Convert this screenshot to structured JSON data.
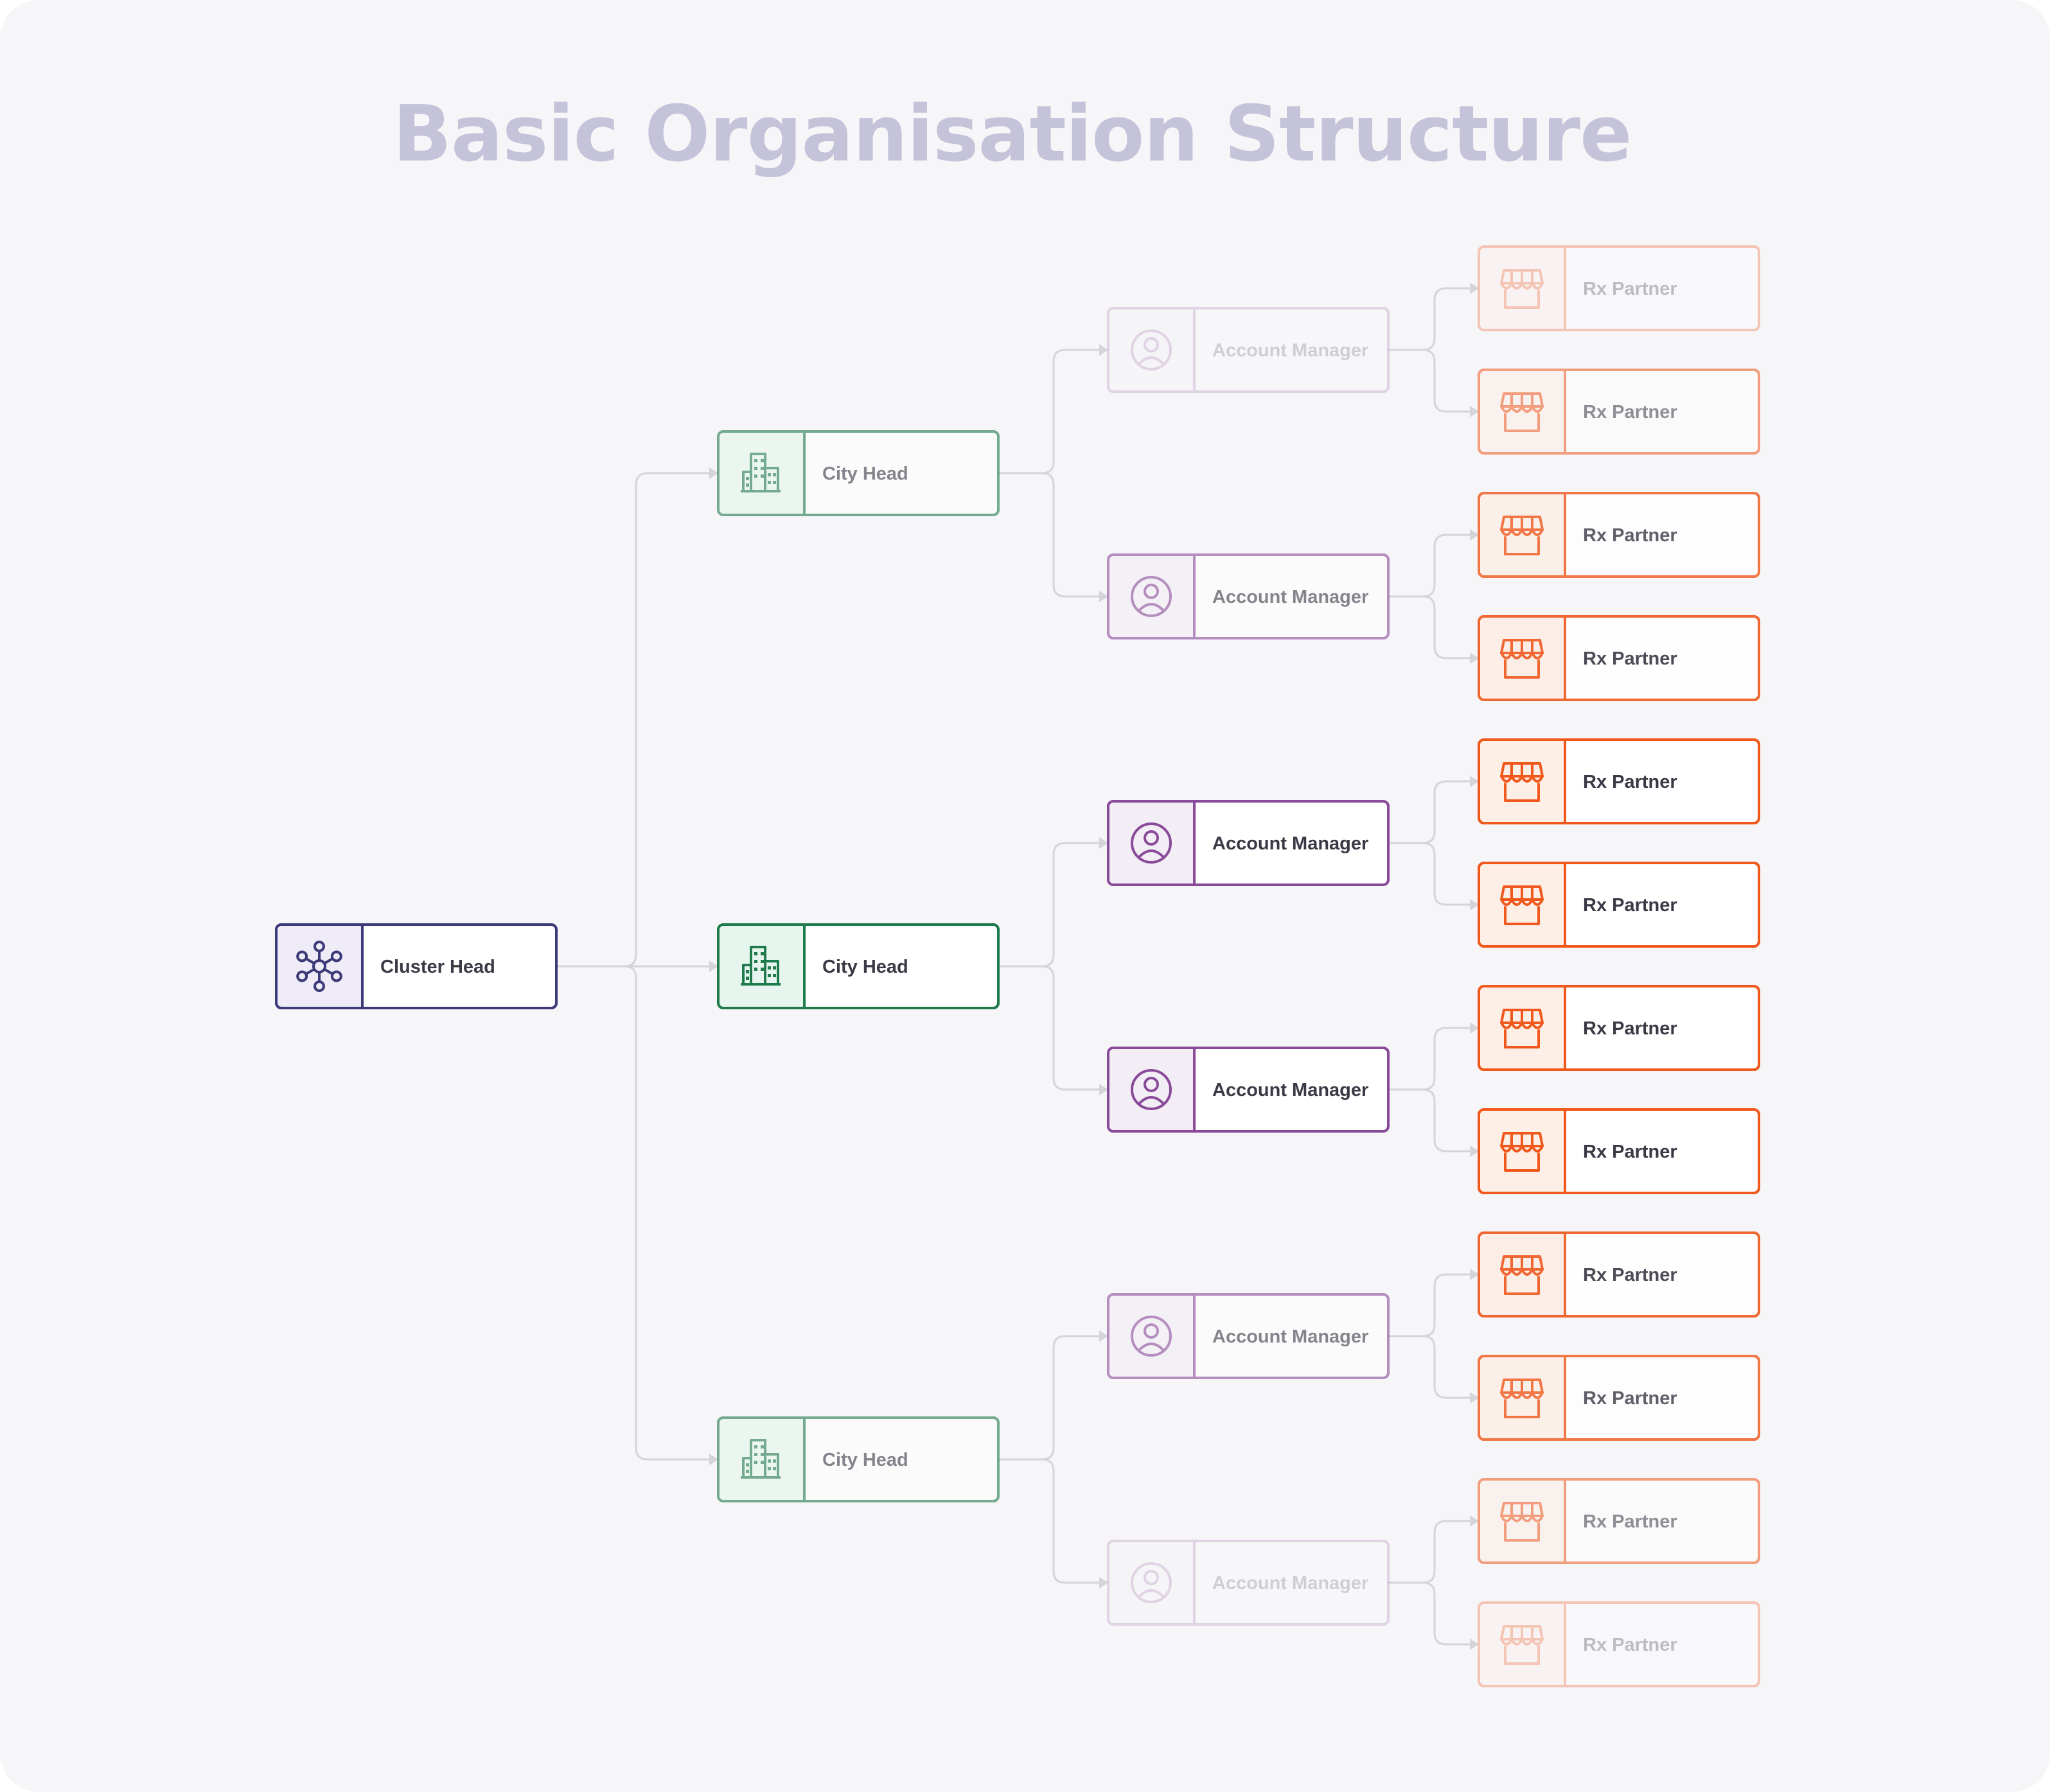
{
  "title": "Basic Organisation Structure",
  "colors": {
    "cluster": "#3c3a78",
    "cluster_fill": "#efecf7",
    "city": "#1f7a4c",
    "city_fill": "#e6f6ee",
    "manager": "#8a4a9a",
    "manager_fill": "#f3eef5",
    "partner": "#f0581c",
    "partner_fill": "#fdeee6",
    "connector": "#d4d4da",
    "text": "#3a3a46"
  },
  "cluster_head": {
    "label": "Cluster Head",
    "icon": "network-icon",
    "emphasis": 1.0
  },
  "city_heads": [
    {
      "label": "City Head",
      "icon": "building-icon",
      "emphasis": 0.6
    },
    {
      "label": "City Head",
      "icon": "building-icon",
      "emphasis": 1.0
    },
    {
      "label": "City Head",
      "icon": "building-icon",
      "emphasis": 0.6
    }
  ],
  "account_managers": [
    {
      "label": "Account Manager",
      "icon": "user-icon",
      "emphasis": 0.2
    },
    {
      "label": "Account Manager",
      "icon": "user-icon",
      "emphasis": 0.6
    },
    {
      "label": "Account Manager",
      "icon": "user-icon",
      "emphasis": 1.0
    },
    {
      "label": "Account Manager",
      "icon": "user-icon",
      "emphasis": 1.0
    },
    {
      "label": "Account Manager",
      "icon": "user-icon",
      "emphasis": 0.6
    },
    {
      "label": "Account Manager",
      "icon": "user-icon",
      "emphasis": 0.2
    }
  ],
  "rx_partners": [
    {
      "label": "Rx Partner",
      "icon": "store-icon",
      "emphasis": 0.3
    },
    {
      "label": "Rx Partner",
      "icon": "store-icon",
      "emphasis": 0.55
    },
    {
      "label": "Rx Partner",
      "icon": "store-icon",
      "emphasis": 0.8
    },
    {
      "label": "Rx Partner",
      "icon": "store-icon",
      "emphasis": 0.9
    },
    {
      "label": "Rx Partner",
      "icon": "store-icon",
      "emphasis": 1.0
    },
    {
      "label": "Rx Partner",
      "icon": "store-icon",
      "emphasis": 1.0
    },
    {
      "label": "Rx Partner",
      "icon": "store-icon",
      "emphasis": 1.0
    },
    {
      "label": "Rx Partner",
      "icon": "store-icon",
      "emphasis": 1.0
    },
    {
      "label": "Rx Partner",
      "icon": "store-icon",
      "emphasis": 0.9
    },
    {
      "label": "Rx Partner",
      "icon": "store-icon",
      "emphasis": 0.8
    },
    {
      "label": "Rx Partner",
      "icon": "store-icon",
      "emphasis": 0.55
    },
    {
      "label": "Rx Partner",
      "icon": "store-icon",
      "emphasis": 0.3
    }
  ]
}
